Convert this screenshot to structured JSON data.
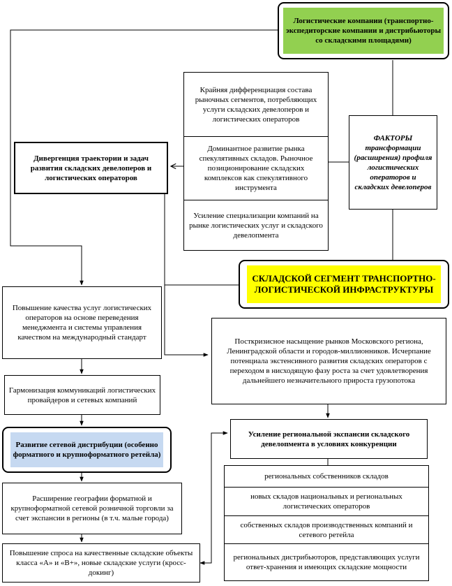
{
  "logistics_companies": "Логистические компании (транспортно-экспедиторские компании и дистрибьюторы со складскими площадями)",
  "divergence": "Дивергенция траектории и задач развития складских девелоперов и логистических операторов",
  "factors_list": [
    "Крайняя дифференциация состава рыночных сегментов, потребляющих услуги складских девелоперов и логистических операторов",
    "Доминантное развитие рынка спекулятивных складов. Рыночное позиционирование складских комплексов как спекулятивного инструмента",
    "Усиление специализации компаний на рынке логистических услуг и складского девелопмента"
  ],
  "factors": "ФАКТОРЫ трансформации (расширения) профиля логистических операторов и складских девелоперов",
  "warehouse_segment": "СКЛАДСКОЙ СЕГМЕНТ ТРАНСПОРТНО-ЛОГИСТИЧЕСКОЙ ИНФРАСТРУКТУРЫ",
  "left_column": {
    "quality": "Повышение качества услуг логистических операторов на основе переведения менеджмента и системы управления качеством на международный стандарт",
    "harmonization": "Гармонизация коммуникаций логистических провайдеров и сетевых компаний",
    "network_distribution": "Развитие сетевой дистрибуции (особенно форматного и крупноформатного ретейла)",
    "geography": "Расширение географии форматной и крупноформатной сетевой розничной торговли за счет экспансии в регионы (в т.ч. малые города)",
    "demand": "Повышение спроса на качественные складские объекты класса «А» и «В+», новые складские услуги (кросс-докинг)"
  },
  "right_column": {
    "saturation": "Посткризисное насыщение рынков Московского региона, Ленинградской области и городов-миллионников. Исчерпание потенциала экстенсивного развития складских операторов с переходом в нисходящую фазу роста за счет удовлетворения дальнейшего незначительного прироста грузопотока",
    "expansion": "Усиление региональной экспансии складского девелопмента в условиях конкуренции",
    "expansion_list": [
      "региональных собственников складов",
      "новых складов национальных и региональных логистических операторов",
      "собственных складов производственных компаний и сетевого ретейла",
      "региональных дистрибьюторов, представляющих услуги ответ-хранения и имеющих складские мощности"
    ]
  }
}
